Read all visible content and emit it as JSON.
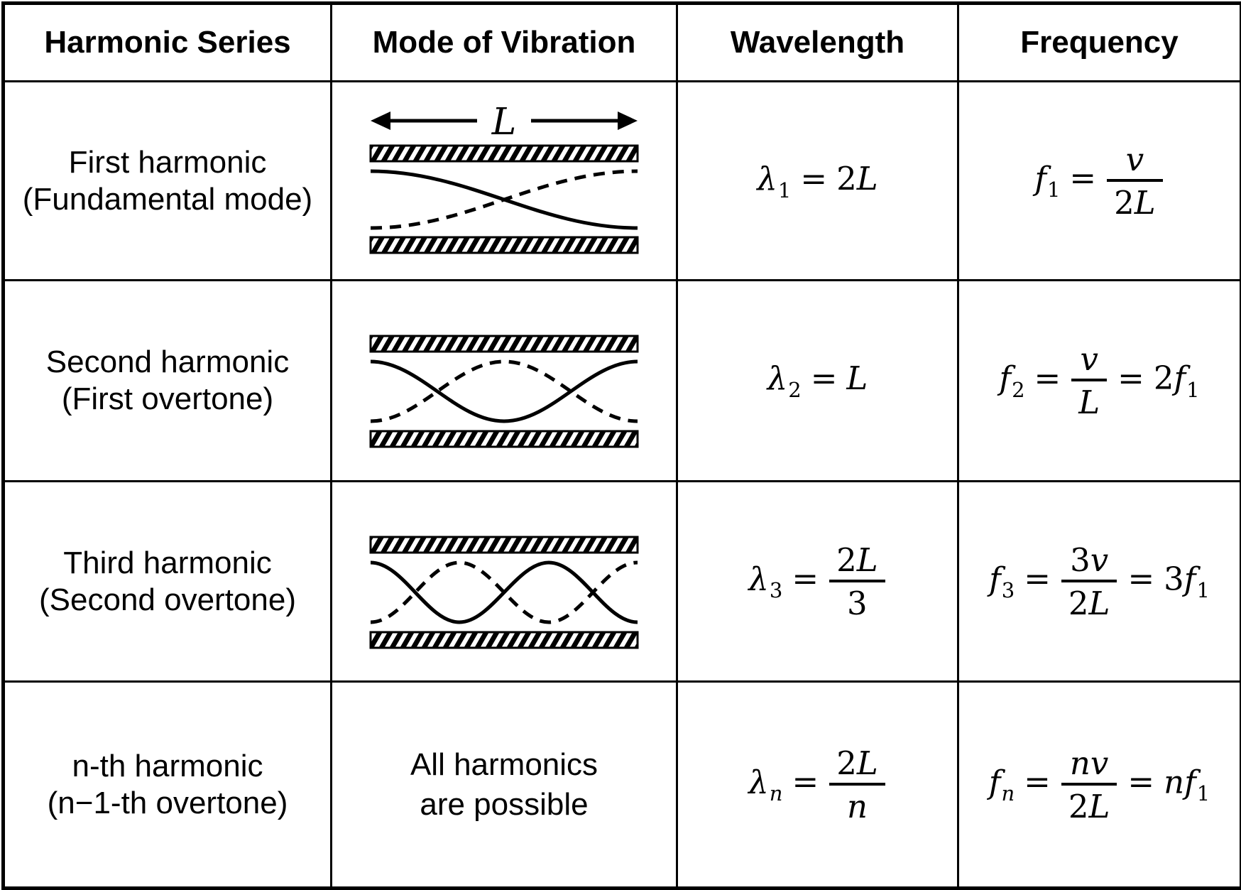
{
  "page": {
    "background": "#ffffff",
    "ink": "#000000"
  },
  "table": {
    "headers": [
      {
        "label": "Harmonic Series"
      },
      {
        "label": "Mode of Vibration"
      },
      {
        "label": "Wavelength"
      },
      {
        "label": "Frequency"
      }
    ],
    "rows": [
      {
        "series_line1": "First harmonic",
        "series_line2": "(Fundamental mode)",
        "mode_diagram": {
          "length_label": "L",
          "harmonic_number": "1"
        },
        "wavelength": {
          "sym": "λ",
          "sub": "1",
          "eq": "=",
          "coeff": "2",
          "var": "L"
        },
        "frequency": {
          "sym": "f",
          "sub": "1",
          "eq": "=",
          "num_var": "v",
          "den_coeff": "2",
          "den_var": "L"
        }
      },
      {
        "series_line1": "Second harmonic",
        "series_line2": "(First overtone)",
        "mode_diagram": {
          "harmonic_number": "2"
        },
        "wavelength": {
          "sym": "λ",
          "sub": "2",
          "eq": "=",
          "var": "L"
        },
        "frequency": {
          "sym": "f",
          "sub": "2",
          "eq": "=",
          "num_var": "v",
          "den_var": "L",
          "eq2": "=",
          "coeff2": "2",
          "var2": "f",
          "sub2": "1"
        }
      },
      {
        "series_line1": "Third harmonic",
        "series_line2": "(Second overtone)",
        "mode_diagram": {
          "harmonic_number": "3"
        },
        "wavelength": {
          "sym": "λ",
          "sub": "3",
          "eq": "=",
          "num_coeff": "2",
          "num_var": "L",
          "den_coeff": "3"
        },
        "frequency": {
          "sym": "f",
          "sub": "3",
          "eq": "=",
          "num_coeff": "3",
          "num_var": "v",
          "den_coeff": "2",
          "den_var": "L",
          "eq2": "=",
          "coeff2": "3",
          "var2": "f",
          "sub2": "1"
        }
      },
      {
        "series_line1": "n-th harmonic",
        "series_line2": "(n−1-th overtone)",
        "mode_text_line1": "All harmonics",
        "mode_text_line2": "are possible",
        "wavelength": {
          "sym": "λ",
          "sub": "n",
          "eq": "=",
          "num_coeff": "2",
          "num_var": "L",
          "den_var": "n"
        },
        "frequency": {
          "sym": "f",
          "sub": "n",
          "eq": "=",
          "num_var": "nv",
          "den_coeff": "2",
          "den_var": "L",
          "eq2": "=",
          "coeff2": "n",
          "var2": "f",
          "sub2": "1"
        }
      }
    ]
  }
}
